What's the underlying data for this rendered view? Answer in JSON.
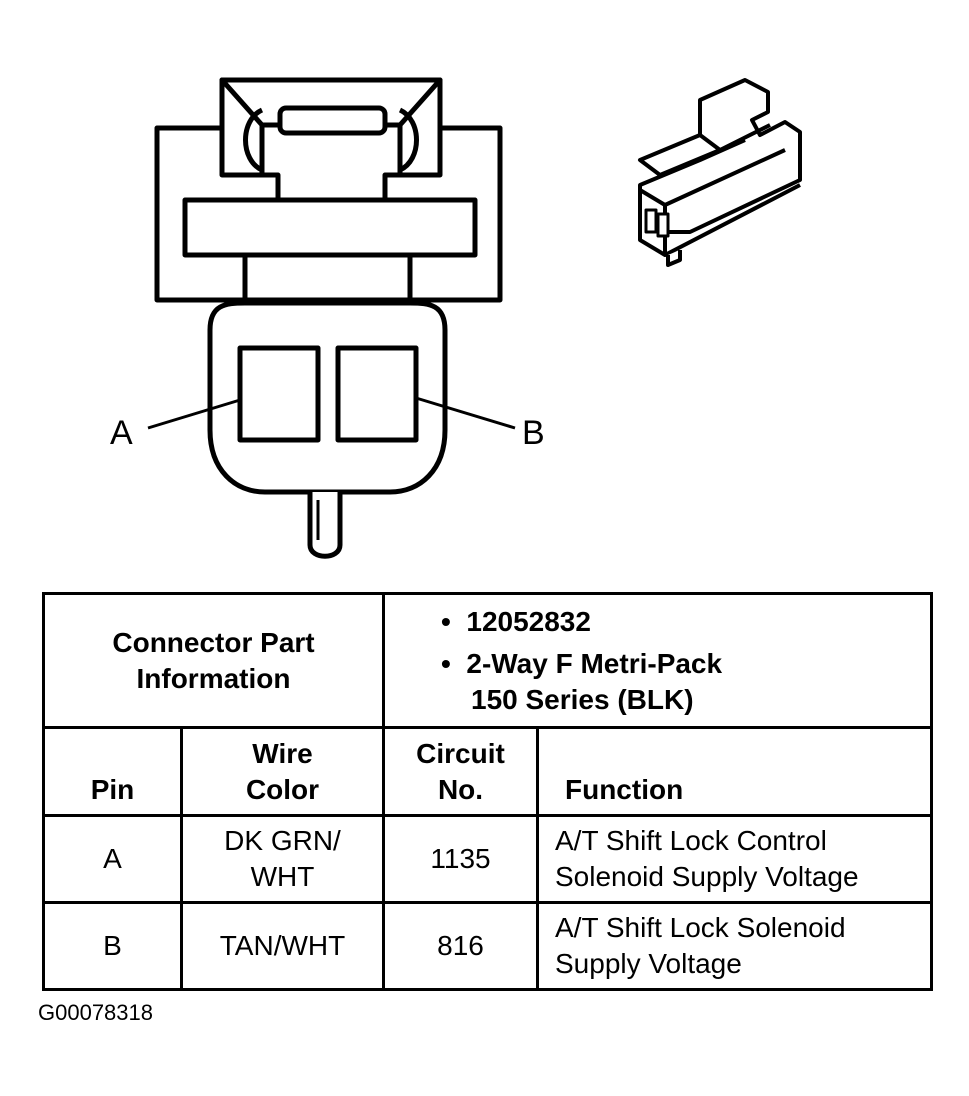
{
  "pins": {
    "a_label": "A",
    "b_label": "B"
  },
  "table": {
    "part_info_label_line1": "Connector Part",
    "part_info_label_line2": "Information",
    "part_number": "12052832",
    "part_desc_line1": "2-Way F Metri-Pack",
    "part_desc_line2": "150 Series (BLK)",
    "bullet": "•",
    "headers": {
      "pin": "Pin",
      "wire_color_line1": "Wire",
      "wire_color_line2": "Color",
      "circuit_line1": "Circuit",
      "circuit_line2": "No.",
      "function": "Function"
    },
    "rows": [
      {
        "pin": "A",
        "wire_line1": "DK GRN/",
        "wire_line2": "WHT",
        "circuit": "1135",
        "function_line1": "A/T Shift Lock Control",
        "function_line2": "Solenoid Supply Voltage"
      },
      {
        "pin": "B",
        "wire_line1": "TAN/WHT",
        "wire_line2": "",
        "circuit": "816",
        "function_line1": "A/T Shift Lock Solenoid",
        "function_line2": "Supply Voltage"
      }
    ]
  },
  "figure_id": "G00078318"
}
